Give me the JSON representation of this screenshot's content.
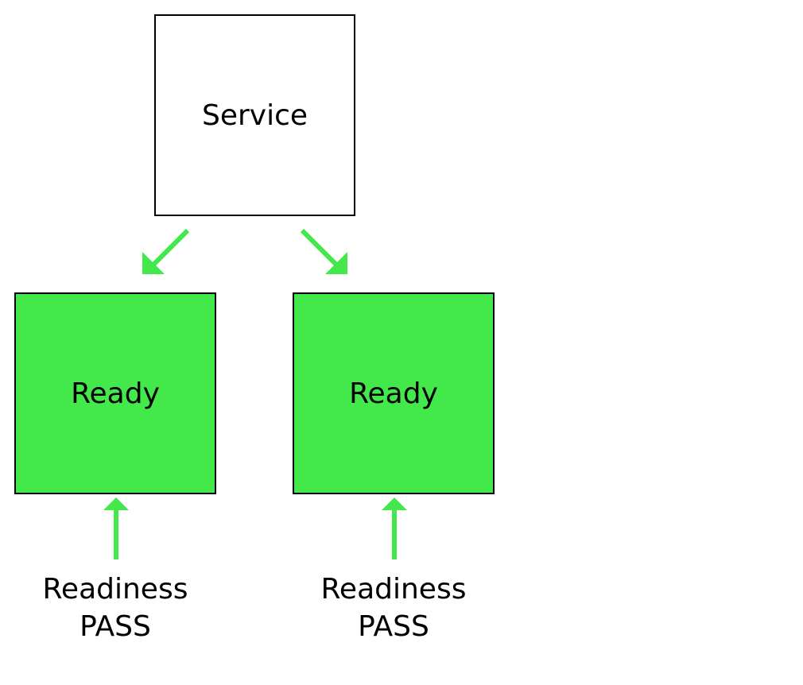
{
  "colors": {
    "ready_fill": "#43e84a",
    "arrow": "#43e84a",
    "border": "#000000"
  },
  "service": {
    "label": "Service"
  },
  "pods": [
    {
      "label": "Ready",
      "probe_line1": "Readiness",
      "probe_line2": "PASS"
    },
    {
      "label": "Ready",
      "probe_line1": "Readiness",
      "probe_line2": "PASS"
    }
  ]
}
